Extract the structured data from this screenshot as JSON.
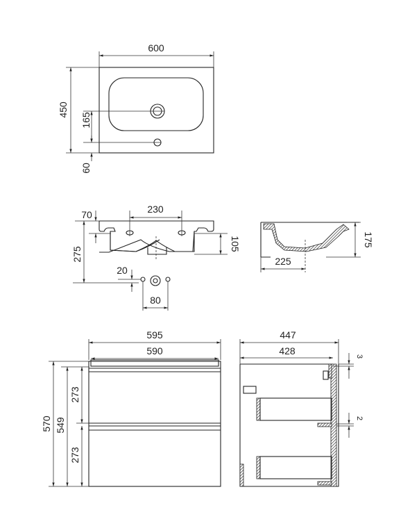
{
  "top_view": {
    "width": "600",
    "depth": "450",
    "drain_offset": "165",
    "tap_offset": "60"
  },
  "front_section": {
    "rim_depth": "70",
    "hole_spacing": "230",
    "total_height": "275",
    "bowl_depth": "105",
    "hole_offset": "20",
    "tap_spacing": "80"
  },
  "side_section": {
    "height": "175",
    "drain_offset": "225"
  },
  "cabinet_front": {
    "outer_width": "595",
    "inner_width": "590",
    "total_height": "570",
    "body_height": "549",
    "drawer_upper_height": "273",
    "drawer_lower_height": "273"
  },
  "cabinet_side": {
    "outer_depth": "447",
    "inner_depth": "428",
    "top_gap": "3",
    "drawer_gap": "2"
  }
}
